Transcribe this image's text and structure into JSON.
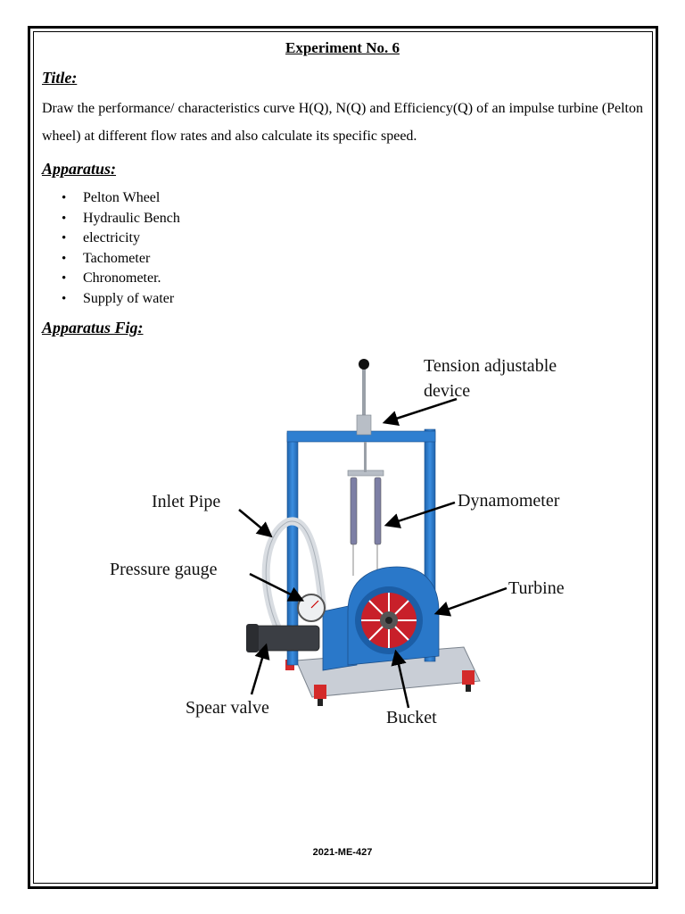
{
  "header": {
    "experiment": "Experiment No. 6"
  },
  "title_section": {
    "label": "Title:",
    "text": "Draw the performance/ characteristics curve H(Q), N(Q) and Efficiency(Q) of an impulse turbine (Pelton wheel) at different flow rates and also calculate its specific speed."
  },
  "apparatus": {
    "label": "Apparatus:",
    "items": [
      "Pelton Wheel",
      "Hydraulic Bench",
      "electricity",
      "Tachometer",
      "Chronometer.",
      "Supply of water"
    ]
  },
  "figure": {
    "label": "Apparatus Fig:",
    "callouts": {
      "tension_line1": "Tension adjustable",
      "tension_line2": "device",
      "inlet_pipe": "Inlet Pipe",
      "dynamometer": "Dynamometer",
      "pressure_gauge": "Pressure gauge",
      "turbine": "Turbine",
      "spear_valve": "Spear valve",
      "bucket": "Bucket"
    },
    "colors": {
      "frame_blue": "#2f7fd0",
      "turbine_blue": "#2a78c9",
      "bucket_red": "#c8202a",
      "foot_red": "#d42a2a"
    }
  },
  "footer": {
    "id": "2021-ME-427"
  }
}
